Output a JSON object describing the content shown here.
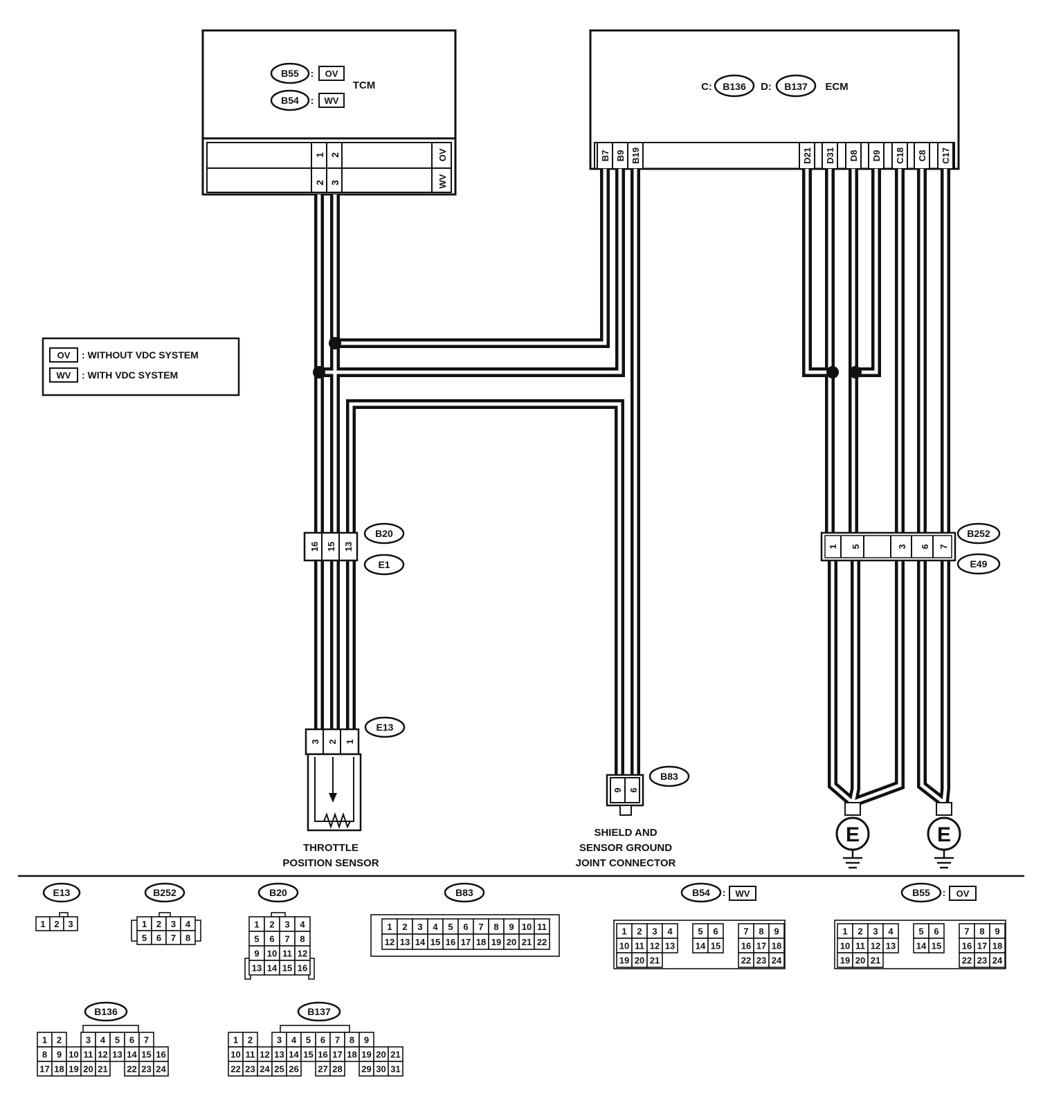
{
  "tcm": {
    "label": "TCM",
    "conn_ov": "B55",
    "conn_wv": "B54",
    "ov": "OV",
    "wv": "WV",
    "colon": ":",
    "row_ov_pins": [
      "1",
      "2"
    ],
    "row_wv_pins": [
      "2",
      "3"
    ]
  },
  "ecm": {
    "label": "ECM",
    "c_prefix": "C:",
    "d_prefix": "D:",
    "conn_c": "B136",
    "conn_d": "B137",
    "pins": [
      "B7",
      "B9",
      "B19",
      "D21",
      "D31",
      "D8",
      "D9",
      "C18",
      "C8",
      "C17"
    ]
  },
  "legend": {
    "ov_tag": "OV",
    "ov_text": ": WITHOUT VDC SYSTEM",
    "wv_tag": "WV",
    "wv_text": ": WITH VDC SYSTEM"
  },
  "connectors": {
    "b20": "B20",
    "e1": "E1",
    "b20_pins": [
      "16",
      "15",
      "13"
    ],
    "e13": "E13",
    "e13_pins": [
      "3",
      "2",
      "1"
    ],
    "b83": "B83",
    "b83_pins": [
      "9",
      "6"
    ],
    "b252": "B252",
    "e49": "E49",
    "b252_pins": [
      "1",
      "5",
      "3",
      "6",
      "7"
    ]
  },
  "components": {
    "tps_line1": "THROTTLE",
    "tps_line2": "POSITION SENSOR",
    "shield_line1": "SHIELD AND",
    "shield_line2": "SENSOR GROUND",
    "shield_line3": "JOINT CONNECTOR",
    "ground": "E"
  },
  "faces": {
    "e13": {
      "label": "E13",
      "rows": [
        [
          "1",
          "2",
          "3"
        ]
      ]
    },
    "b252": {
      "label": "B252",
      "rows": [
        [
          "1",
          "2",
          "3",
          "4"
        ],
        [
          "5",
          "6",
          "7",
          "8"
        ]
      ]
    },
    "b20": {
      "label": "B20",
      "rows": [
        [
          "1",
          "2",
          "3",
          "4"
        ],
        [
          "5",
          "6",
          "7",
          "8"
        ],
        [
          "9",
          "10",
          "11",
          "12"
        ],
        [
          "13",
          "14",
          "15",
          "16"
        ]
      ]
    },
    "b83": {
      "label": "B83",
      "rows": [
        [
          "1",
          "2",
          "3",
          "4",
          "5",
          "6",
          "7",
          "8",
          "9",
          "10",
          "11"
        ],
        [
          "12",
          "13",
          "14",
          "15",
          "16",
          "17",
          "18",
          "19",
          "20",
          "21",
          "22"
        ]
      ]
    },
    "b54": {
      "label": "B54",
      "tag": "WV",
      "colon": ":",
      "rows": [
        [
          "1",
          "2",
          "3",
          "4",
          "",
          "5",
          "6",
          "",
          "7",
          "8",
          "9"
        ],
        [
          "10",
          "11",
          "12",
          "13",
          "",
          "14",
          "15",
          "",
          "16",
          "17",
          "18"
        ],
        [
          "19",
          "20",
          "21",
          "",
          "",
          "",
          "",
          "",
          "22",
          "23",
          "24"
        ]
      ]
    },
    "b55": {
      "label": "B55",
      "tag": "OV",
      "colon": ":",
      "rows": [
        [
          "1",
          "2",
          "3",
          "4",
          "",
          "5",
          "6",
          "",
          "7",
          "8",
          "9"
        ],
        [
          "10",
          "11",
          "12",
          "13",
          "",
          "14",
          "15",
          "",
          "16",
          "17",
          "18"
        ],
        [
          "19",
          "20",
          "21",
          "",
          "",
          "",
          "",
          "",
          "22",
          "23",
          "24"
        ]
      ]
    },
    "b136": {
      "label": "B136",
      "rows": [
        [
          "1",
          "2",
          "",
          "3",
          "4",
          "5",
          "6",
          "7"
        ],
        [
          "8",
          "9",
          "10",
          "11",
          "12",
          "13",
          "14",
          "15",
          "16"
        ],
        [
          "17",
          "18",
          "19",
          "20",
          "21",
          "",
          "22",
          "23",
          "24"
        ]
      ]
    },
    "b137": {
      "label": "B137",
      "rows": [
        [
          "1",
          "2",
          "",
          "3",
          "4",
          "5",
          "6",
          "7",
          "8",
          "9"
        ],
        [
          "10",
          "11",
          "12",
          "13",
          "14",
          "15",
          "16",
          "17",
          "18",
          "19",
          "20",
          "21"
        ],
        [
          "22",
          "23",
          "24",
          "25",
          "26",
          "",
          "27",
          "28",
          "",
          "29",
          "30",
          "31"
        ]
      ]
    }
  }
}
